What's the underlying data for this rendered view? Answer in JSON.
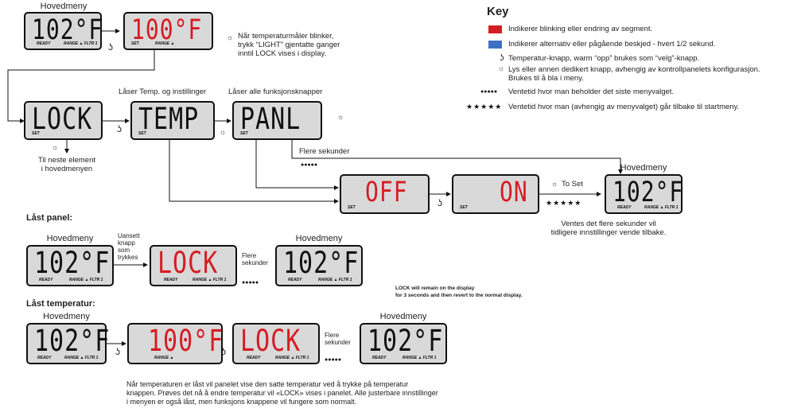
{
  "labels": {
    "hovedmeny": "Hovedmeny",
    "blink_note": "Når temperaturmåler blinker,\ntrykk “LIGHT” gjentatte ganger\ninntil LOCK vises i display.",
    "locks_temp": "Låser Temp. og instillinger",
    "locks_all": "Låser alle funksjonsknapper",
    "next_element": "Til neste element\ni hovedmenyen",
    "flere_sekunder": "Flere sekunder",
    "to_set": "To Set",
    "revert_note": "Ventes det flere sekunder vil\ntidligere innstillinger vende tilbake.",
    "locked_panel": "Låst panel:",
    "any_button": "Uansett\nknapp\nsom\ntrykkes",
    "flere_sekunder_stack": "Flere\nsekunder",
    "lock_remain": "LOCK will remain on the display\nfor 3 seconds and then revert to the normal display.",
    "locked_temp": "Låst temperatur:",
    "bottom_note": "Når temperaturen er låst vil panelet vise den satte temperatur ved å trykke på temperatur\nknappen. Prøves det nå å endre temperatur vil «LOCK» vises i panelet. Alle justerbare innstillinger\ni menyen er også låst, men funksjons knappene vil fungere som normalt."
  },
  "key": {
    "title": "Key",
    "items": [
      {
        "symbol": "red-swatch",
        "color": "#d61c23",
        "text": "Indikerer blinking eller endring av segment."
      },
      {
        "symbol": "blue-swatch",
        "color": "#3f6fc4",
        "text": "Indikerer alternativ eller pågående beskjed - hvert 1/2 sekund."
      },
      {
        "symbol": "temp-button-icon",
        "text": "Temperatur-knapp, warm “opp” brukes som “velg”-knapp."
      },
      {
        "symbol": "light-button-icon",
        "text": "Lys eller annen dedikert knapp, avhengig av kontrollpanelets konfigurasjon.\nBrukes til å bla i meny."
      },
      {
        "symbol": "dots",
        "text": "Ventetid hvor man beholder det siste menyvalget."
      },
      {
        "symbol": "stars",
        "text": "Ventetid hvor man (avhengig av menyvalget) går tilbake til startmeny."
      }
    ]
  },
  "displays": {
    "temp102": "102°F",
    "temp100": "100°F",
    "lock": "LOCK",
    "temp": "TEMP",
    "panl": "PANL",
    "off": "OFF",
    "on": "ON"
  },
  "indicators": {
    "ready": "READY",
    "range_fltr": "RANGE ▲ FLTR 1",
    "range": "RANGE ▲",
    "set": "SET"
  },
  "symbols": {
    "dots": "●●●●●",
    "stars": "★★★★★",
    "temp_button": "ʖ",
    "light_button": "☼"
  }
}
